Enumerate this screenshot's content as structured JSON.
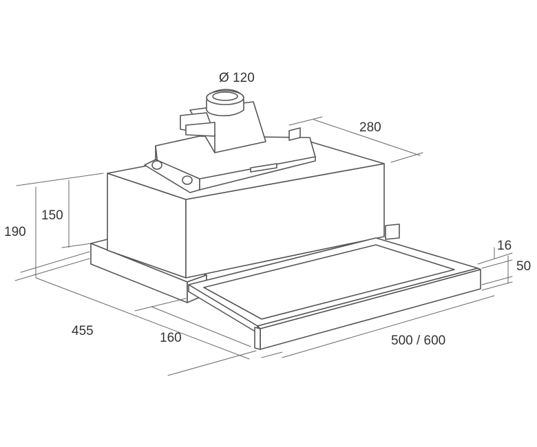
{
  "dimensions": {
    "duct_diameter": "Ø 120",
    "depth_top": "280",
    "total_height": "190",
    "body_height": "150",
    "total_depth": "455",
    "slide_depth": "160",
    "width": "500 / 600",
    "front_panel_thickness": "16",
    "front_panel_height": "50"
  }
}
